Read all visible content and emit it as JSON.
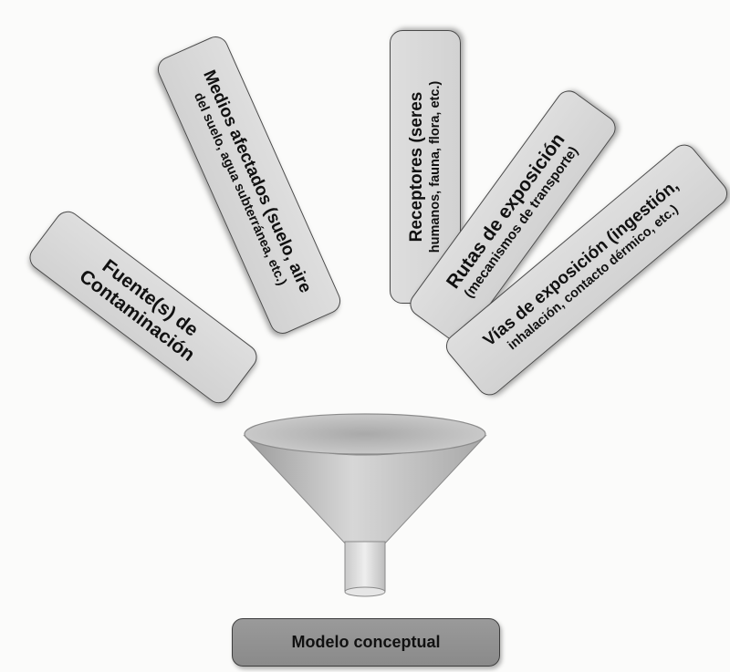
{
  "boxes": {
    "fuente": {
      "line1": "Fuente(s) de",
      "line2": "Contaminación"
    },
    "medios": {
      "line1": "Medios afectados (suelo, aire",
      "line2": "del suelo, agua subterránea, etc.)"
    },
    "receptores": {
      "line1": "Receptores (seres",
      "line2": "humanos, fauna, flora, etc.)"
    },
    "rutas": {
      "line1": "Rutas de exposición",
      "line2": "(mecanismos de transporte)"
    },
    "vias": {
      "line1": "Vías de exposición (ingestión,",
      "line2": "inhalación, contacto dérmico, etc.)"
    }
  },
  "output": {
    "label": "Modelo conceptual"
  },
  "colors": {
    "box_fill": "#d8d8d8",
    "output_fill": "#939393",
    "border": "#4a4a4a",
    "funnel": "#b9b9b9"
  }
}
